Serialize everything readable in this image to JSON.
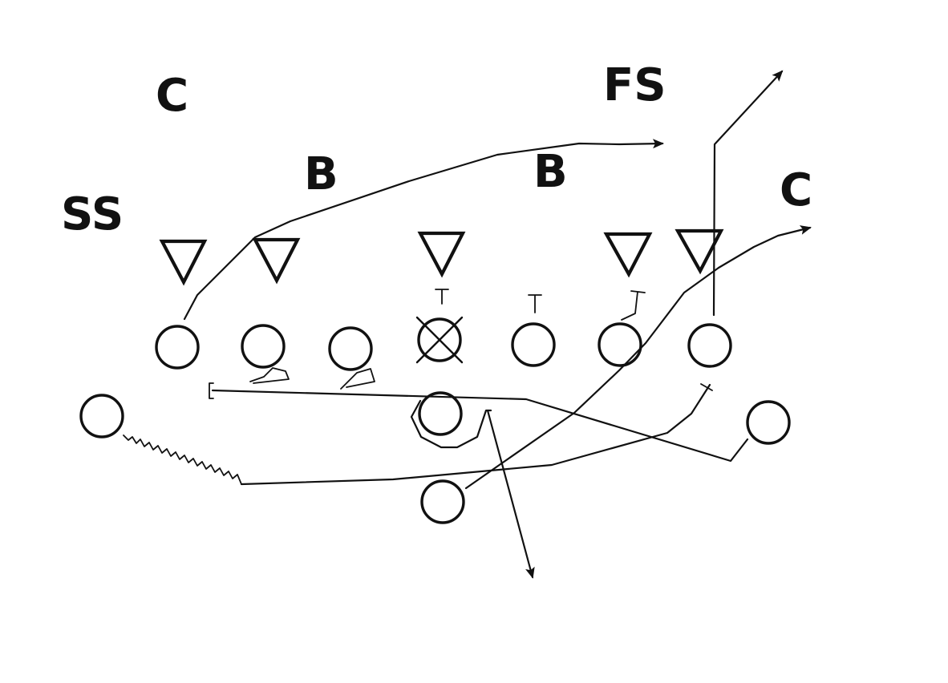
{
  "defense_labels": {
    "ss": "SS",
    "c_left": "C",
    "b_left": "B",
    "fs": "FS",
    "b_right": "B",
    "c_right": "C"
  },
  "colors": {
    "ink": "#111111",
    "background": "#ffffff"
  },
  "icons": {
    "offense_player": "circle",
    "center": "circle-with-x",
    "defender": "down-triangle"
  }
}
